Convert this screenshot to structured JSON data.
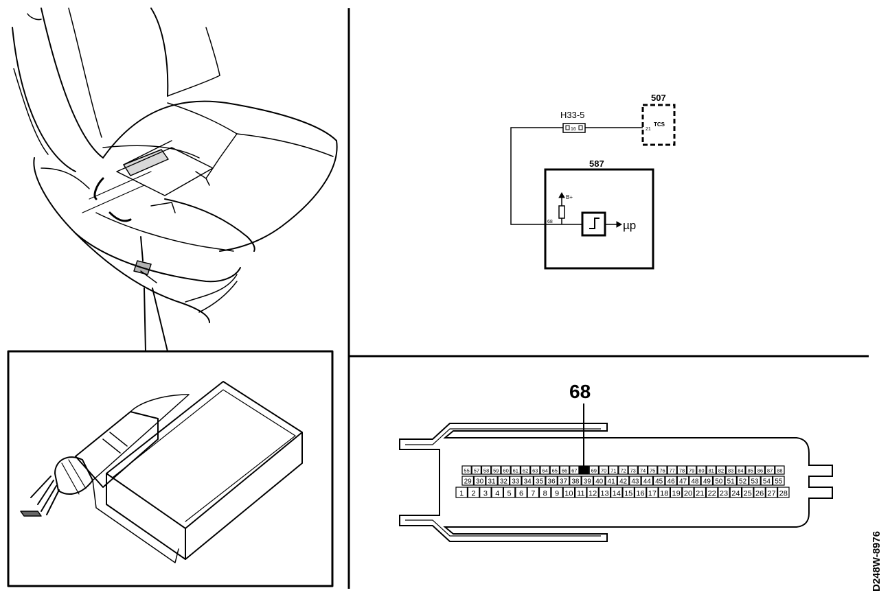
{
  "figure_code": "D248W-8976",
  "schematic": {
    "connector_label": "H33-5",
    "connector_pin": "16",
    "tcs_module_number": "507",
    "tcs_pin": "21",
    "tcs_text": "TCS",
    "ecu_module_number": "587",
    "ecu_input_pin": "68",
    "supply_label": "B+",
    "output_label": "µp"
  },
  "connector_diagram": {
    "callout_pin": "68",
    "row_top": [
      "55",
      "57",
      "58",
      "59",
      "60",
      "61",
      "62",
      "63",
      "64",
      "65",
      "66",
      "67",
      "68",
      "69",
      "70",
      "71",
      "72",
      "73",
      "74",
      "75",
      "76",
      "77",
      "78",
      "79",
      "80",
      "81",
      "82",
      "83",
      "84",
      "85",
      "86",
      "87",
      "88"
    ],
    "row_middle": [
      "29",
      "30",
      "31",
      "32",
      "33",
      "34",
      "35",
      "36",
      "37",
      "38",
      "39",
      "40",
      "41",
      "42",
      "43",
      "44",
      "45",
      "46",
      "47",
      "48",
      "49",
      "50",
      "51",
      "52",
      "53",
      "54",
      "55"
    ],
    "row_bottom": [
      "1",
      "2",
      "3",
      "4",
      "5",
      "6",
      "7",
      "8",
      "9",
      "10",
      "11",
      "12",
      "13",
      "14",
      "15",
      "16",
      "17",
      "18",
      "19",
      "20",
      "21",
      "22",
      "23",
      "24",
      "25",
      "26",
      "27",
      "28"
    ]
  }
}
